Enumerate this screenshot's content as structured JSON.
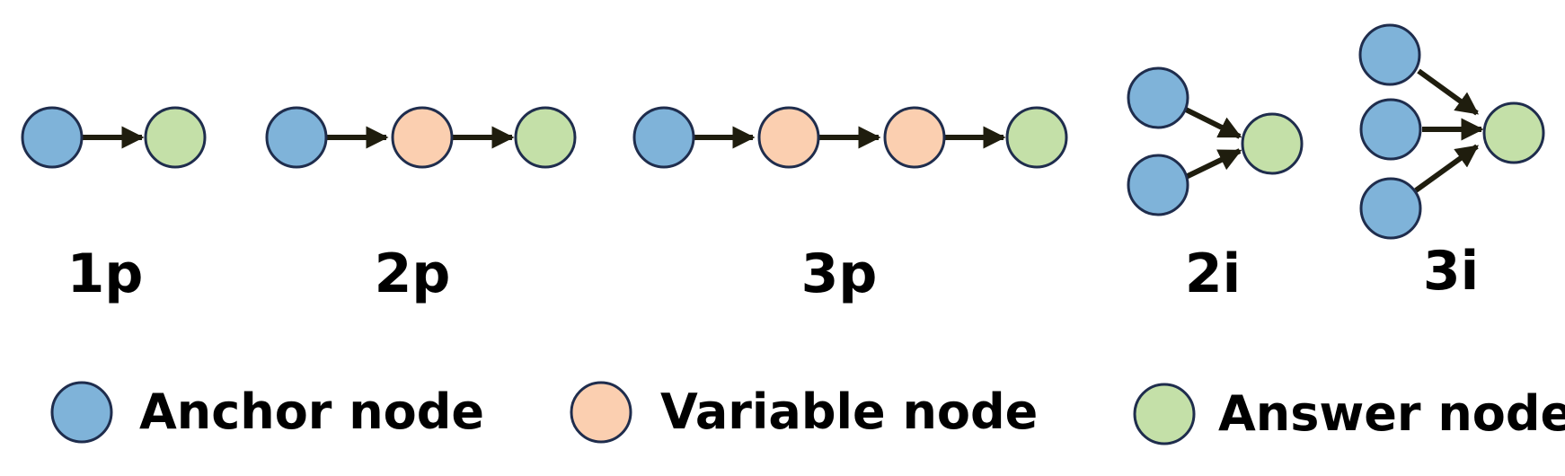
{
  "colors": {
    "anchor": "#7fb3d9",
    "variable": "#fbcfb0",
    "answer": "#c4e0a8",
    "edge": "#1f1d0e",
    "outline": "#1f2d4d"
  },
  "queries": [
    {
      "label": "1p"
    },
    {
      "label": "2p"
    },
    {
      "label": "3p"
    },
    {
      "label": "2i"
    },
    {
      "label": "3i"
    }
  ],
  "legend": {
    "anchor": "Anchor node",
    "variable": "Variable node",
    "answer": "Answer node"
  }
}
